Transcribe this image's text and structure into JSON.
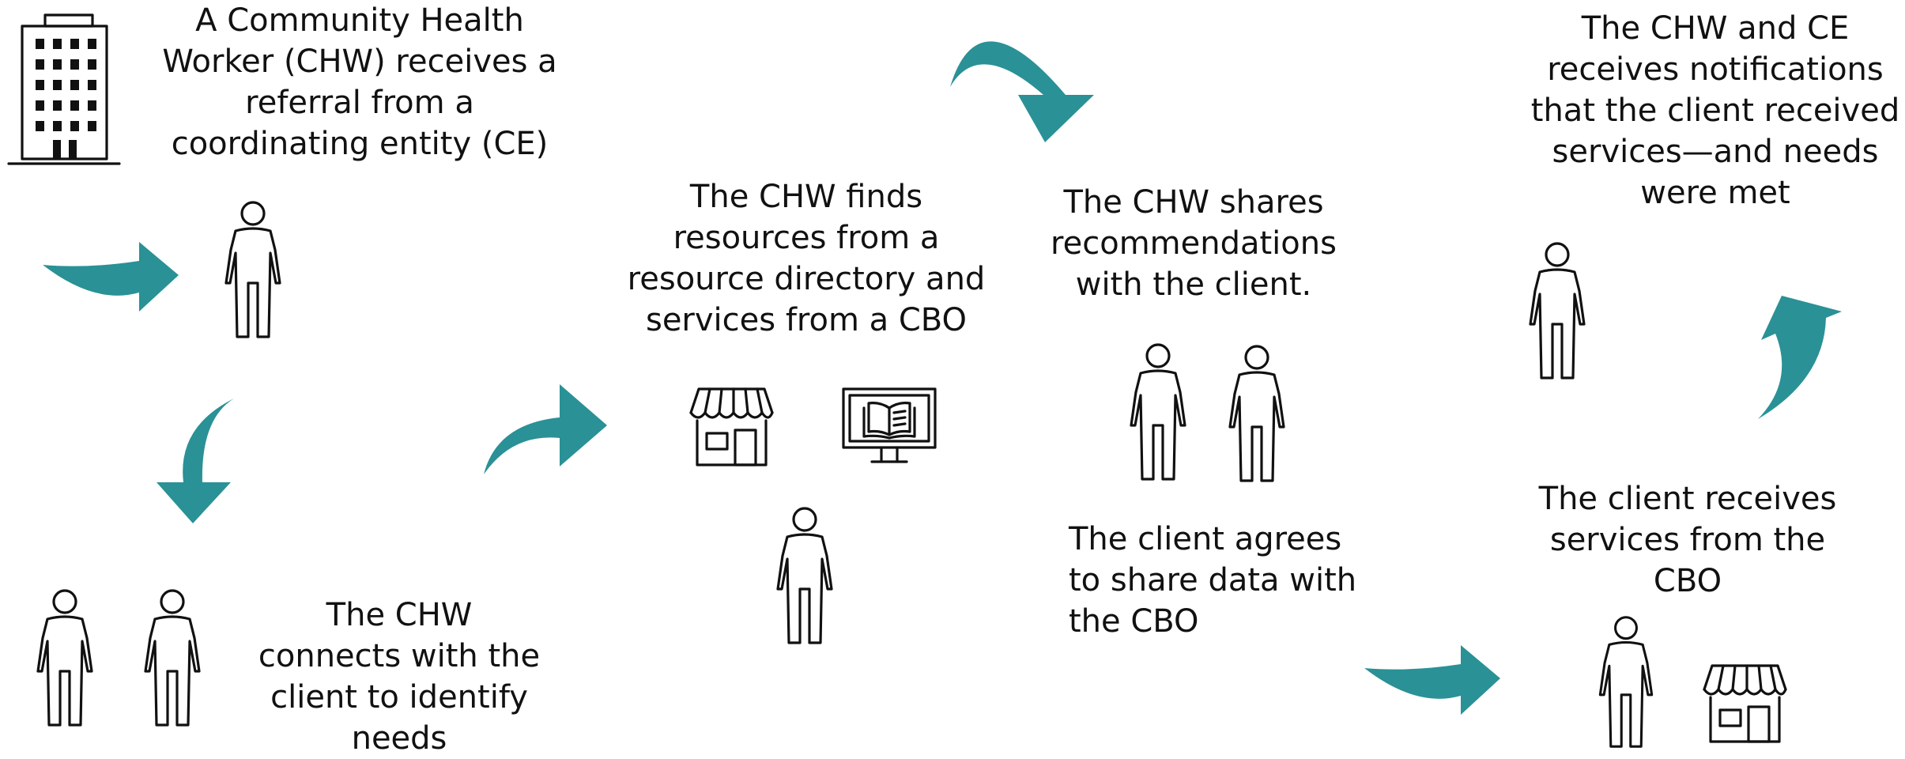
{
  "accent_color": "#2a9196",
  "steps": {
    "step1": "A Community Health\nWorker (CHW) receives a\nreferral from a\ncoordinating entity (CE)",
    "step2": "The CHW\nconnects with the\nclient to identify\nneeds",
    "step3": "The CHW finds\nresources from a\nresource directory and\nservices from a CBO",
    "step4": "The CHW shares\nrecommendations\nwith the client.",
    "step5": "The client agrees\nto share data with\nthe CBO",
    "step6": "The client receives\nservices from the\nCBO",
    "step7": "The CHW and CE\nreceives notifications\nthat the client received\nservices—and needs\nwere met"
  },
  "icons": [
    "building-icon",
    "person-icon",
    "storefront-icon",
    "computer-book-icon",
    "flow-arrow-icon"
  ]
}
